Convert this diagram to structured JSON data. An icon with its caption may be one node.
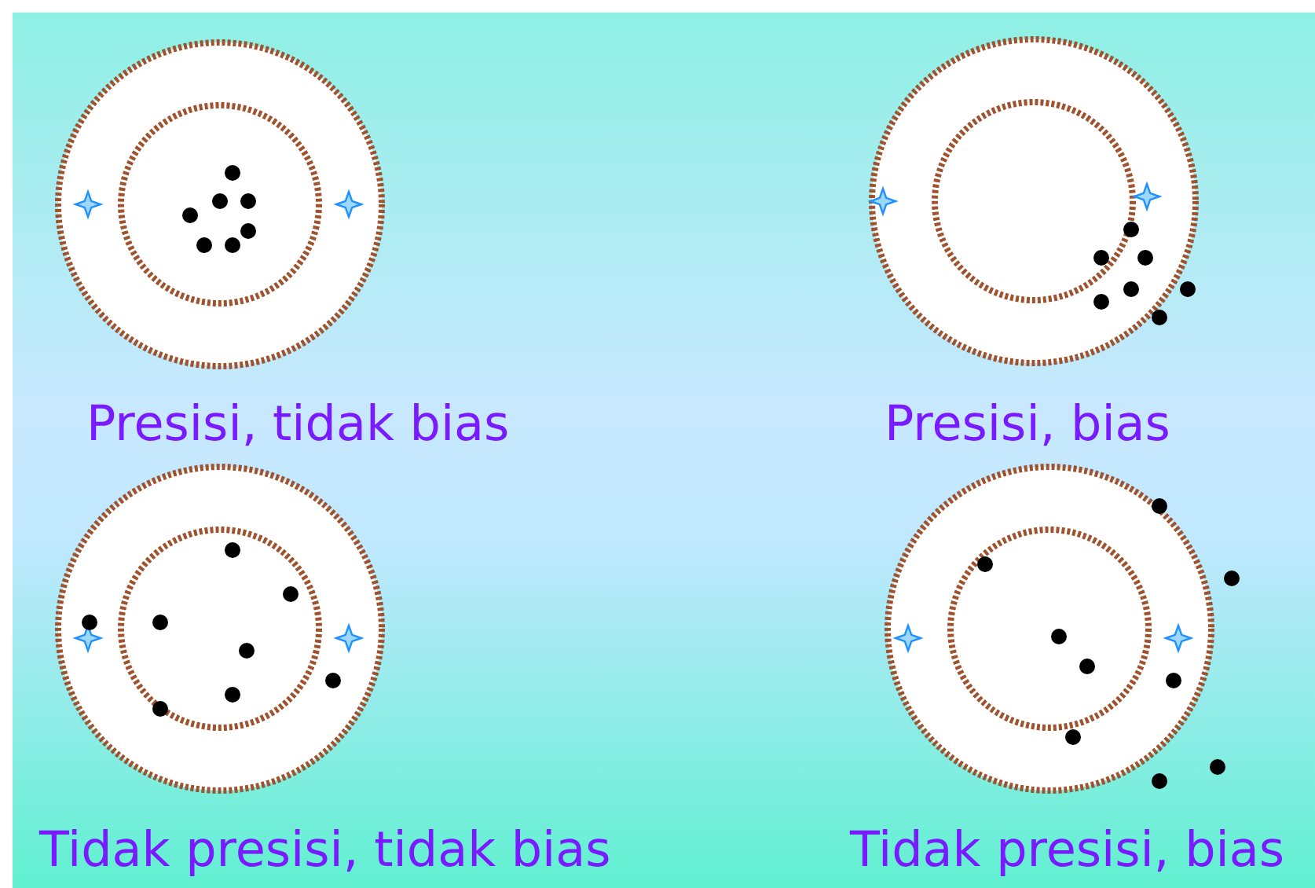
{
  "diagram": {
    "labels": [
      "Presisi, tidak bias",
      "Presisi, bias",
      "Tidak presisi, tidak bias",
      "Tidak presisi, bias"
    ]
  }
}
